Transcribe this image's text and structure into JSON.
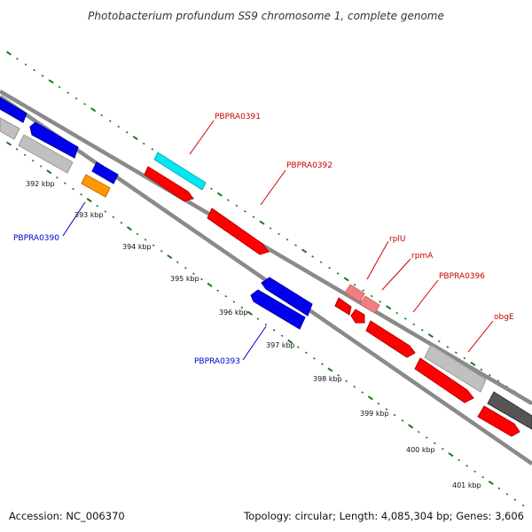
{
  "title": "Photobacterium profundum SS9 chromosome 1, complete genome",
  "footer": {
    "accession": "Accession: NC_006370",
    "stats": "Topology: circular; Length: 4,085,304 bp; Genes: 3,606"
  },
  "kbp_labels": [
    "392 kbp",
    "393 kbp",
    "394 kbp",
    "395 kbp",
    "396 kbp",
    "397 kbp",
    "398 kbp",
    "399 kbp",
    "400 kbp",
    "401 kbp"
  ],
  "gene_labels": [
    "PBPRA0391",
    "PBPRA0392",
    "rplU",
    "rpmA",
    "PBPRA0396",
    "obgE",
    "PBPRA0390",
    "PBPRA0393"
  ],
  "colors": {
    "backbone": "#808080",
    "tick": "#1a7a1a",
    "forward_red": "#ff0000",
    "pink": "#f08080",
    "cyan": "#00e8f0",
    "blue": "#0000ee",
    "orange": "#ff9900",
    "grey": "#c0c0c0",
    "darkgrey": "#555555",
    "label_red": "#cc0000",
    "label_blue": "#0000cc"
  }
}
